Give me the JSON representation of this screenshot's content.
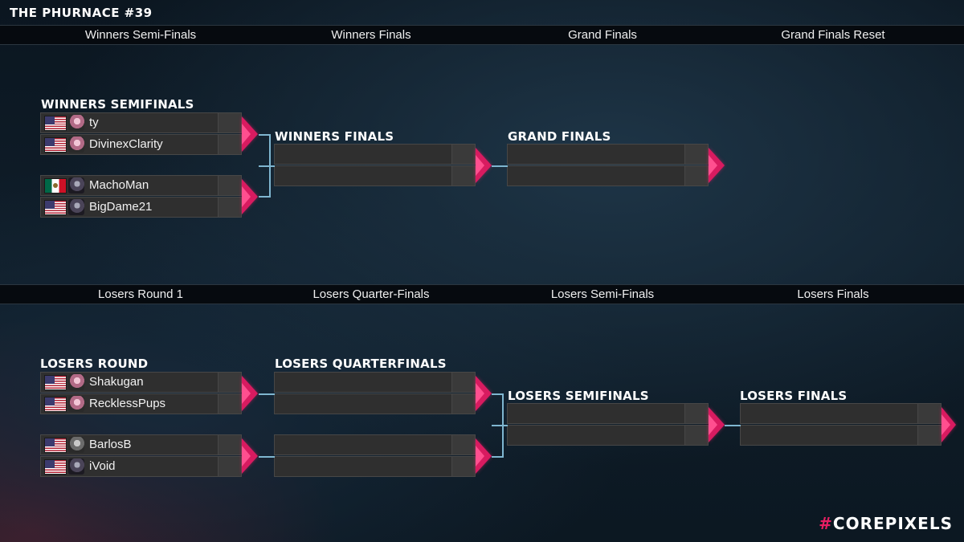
{
  "title": "THE PHURNACE #39",
  "winners_rounds": [
    "Winners Semi-Finals",
    "Winners Finals",
    "Grand Finals",
    "Grand Finals Reset"
  ],
  "losers_rounds": [
    "Losers Round 1",
    "Losers Quarter-Finals",
    "Losers Semi-Finals",
    "Losers Finals"
  ],
  "sections": {
    "winners_semifinals": "WINNERS SEMIFINALS",
    "winners_finals": "WINNERS FINALS",
    "grand_finals": "GRAND FINALS",
    "losers_round": "LOSERS ROUND",
    "losers_quarterfinals": "LOSERS QUARTERFINALS",
    "losers_semifinals": "LOSERS SEMIFINALS",
    "losers_finals": "LOSERS FINALS"
  },
  "matches": {
    "ws1": {
      "p1": {
        "name": "ty",
        "flag": "us-flag"
      },
      "p2": {
        "name": "DivinexClarity",
        "flag": "us-flag"
      }
    },
    "ws2": {
      "p1": {
        "name": "MachoMan",
        "flag": "mexico-flag"
      },
      "p2": {
        "name": "BigDame21",
        "flag": "us-flag"
      }
    },
    "lr1": {
      "p1": {
        "name": "Shakugan",
        "flag": "us-flag"
      },
      "p2": {
        "name": "RecklessPups",
        "flag": "us-flag"
      }
    },
    "lr2": {
      "p1": {
        "name": "BarlosB",
        "flag": "us-flag"
      },
      "p2": {
        "name": "iVoid",
        "flag": "us-flag"
      }
    }
  },
  "footer": {
    "hash": "#",
    "brand": "COREPIXELS"
  },
  "colors": {
    "accent": "#d81b60",
    "connector": "#7fb6d0",
    "slot": "#2f2f2f",
    "bar": "#060a0f"
  }
}
